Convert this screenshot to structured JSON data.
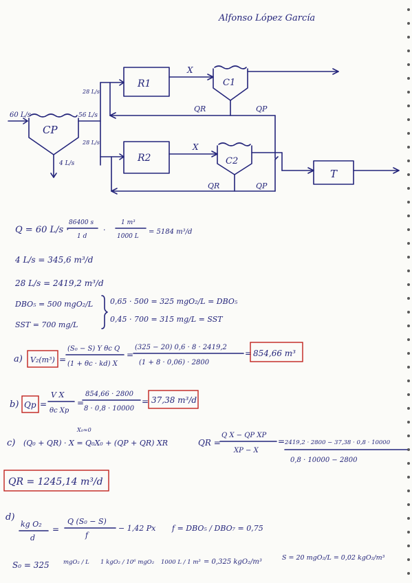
{
  "author": "Alfonso López García",
  "diagram": {
    "inflow": "60 L/s",
    "cp": "CP",
    "cp_under": "4 L/s",
    "cp_out": "56 L/s",
    "split_top": "28 L/s",
    "split_bottom": "28 L/s",
    "r1": "R1",
    "r2": "R2",
    "c1": "C1",
    "c2": "C2",
    "x_top": "X",
    "x_bottom": "X",
    "qr_top": "QR",
    "qp_top": "QP",
    "qr_bottom": "QR",
    "qp_bottom": "QP",
    "t": "T"
  },
  "lines": [
    {
      "id": "q_label",
      "text": "Q = 60 L/s ·"
    },
    {
      "id": "q_f1_num",
      "text": "86400 s"
    },
    {
      "id": "q_f1_den",
      "text": "1 d"
    },
    {
      "id": "q_f2_num",
      "text": "1 m³"
    },
    {
      "id": "q_f2_den",
      "text": "1000 L"
    },
    {
      "id": "q_result",
      "text": "= 5184 m³/d"
    },
    {
      "id": "l2",
      "text": "4 L/s = 345,6 m³/d"
    },
    {
      "id": "l3",
      "text": "28 L/s = 2419,2 m³/d"
    },
    {
      "id": "l4",
      "text": "DBO₅ = 500 mgO₂/L"
    },
    {
      "id": "l5",
      "text": "SST = 700 mg/L"
    },
    {
      "id": "l6",
      "text": "0,65 · 500 = 325 mgO₂/L = DBO₅"
    },
    {
      "id": "l7",
      "text": "0,45 · 700 = 315 mg/L = SST"
    },
    {
      "id": "a_label",
      "text": "a)"
    },
    {
      "id": "a_box",
      "text": "V₂(m³)"
    },
    {
      "id": "a_num",
      "text": "(S₀ − S) Y θc Q"
    },
    {
      "id": "a_den",
      "text": "(1 + θc · kd) X"
    },
    {
      "id": "a_num2",
      "text": "(325 − 20) 0,6 · 8 · 2419,2"
    },
    {
      "id": "a_den2",
      "text": "(1 + 8 · 0,06) · 2800"
    },
    {
      "id": "a_result",
      "text": "854,66 m³"
    },
    {
      "id": "b_label",
      "text": "b)"
    },
    {
      "id": "b_box",
      "text": "Qp"
    },
    {
      "id": "b_num",
      "text": "V X"
    },
    {
      "id": "b_den",
      "text": "θc Xp"
    },
    {
      "id": "b_num2",
      "text": "854,66 · 2800"
    },
    {
      "id": "b_den2",
      "text": "8 · 0,8 · 10000"
    },
    {
      "id": "b_result",
      "text": "37,38 m³/d"
    },
    {
      "id": "c_label",
      "text": "c)"
    },
    {
      "id": "c_eq",
      "text": "(Q₀ + QR) · X = Q₀X₀ + (QP + QR) XR"
    },
    {
      "id": "c_sup",
      "text": "X₀≈0"
    },
    {
      "id": "c_qr",
      "text": "QR ="
    },
    {
      "id": "c_qr_num",
      "text": "Q X − QP XP"
    },
    {
      "id": "c_qr_den",
      "text": "XP − X"
    },
    {
      "id": "c_num2",
      "text": "2419,2 · 2800 − 37,38 · 0,8 · 10000"
    },
    {
      "id": "c_den2",
      "text": "0,8 · 10000 − 2800"
    },
    {
      "id": "c_result",
      "text": "QR = 1245,14 m³/d"
    },
    {
      "id": "d_label",
      "text": "d)"
    },
    {
      "id": "d_lhs_num",
      "text": "kg O₂"
    },
    {
      "id": "d_lhs_den",
      "text": "d"
    },
    {
      "id": "d_rhs_num",
      "text": "Q (S₀ − S)"
    },
    {
      "id": "d_rhs_den",
      "text": "f"
    },
    {
      "id": "d_rhs_tail",
      "text": "− 1,42 Px"
    },
    {
      "id": "d_f",
      "text": "f = DBO₅ / DBO₇ = 0,75"
    },
    {
      "id": "d_s0",
      "text": "S₀ = 325"
    },
    {
      "id": "d_s0_f1",
      "text": "mgO₂ / L"
    },
    {
      "id": "d_s0_f2",
      "text": "1 kgO₂ / 10⁶ mgO₂"
    },
    {
      "id": "d_s0_f3",
      "text": "1000 L / 1 m³"
    },
    {
      "id": "d_s0_res",
      "text": "= 0,325 kgO₂/m³"
    },
    {
      "id": "d_s",
      "text": "S = 20 mgO₂/L = 0,02 kgO₂/m³"
    }
  ],
  "colors": {
    "ink": "#23247a",
    "box": "#c0211c",
    "paper": "#fbfbf8"
  }
}
